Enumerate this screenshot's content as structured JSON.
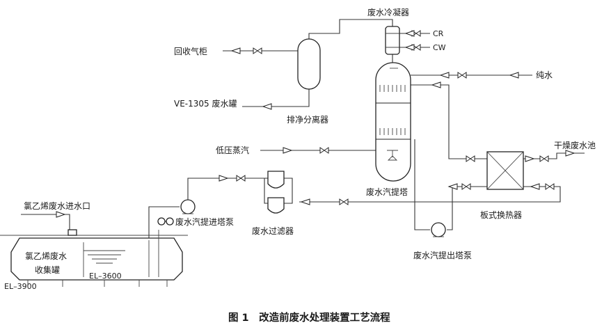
{
  "labels": {
    "condenser": "废水冷凝器",
    "cr": "CR",
    "cw": "CW",
    "gas_holder": "回收气柜",
    "pure_water": "纯水",
    "ve_tank": "VE-1305 废水罐",
    "separator": "排净分离器",
    "low_steam": "低压蒸汽",
    "dry_pool": "干燥废水池",
    "stripper": "废水汽提塔",
    "plate_hx": "板式换热器",
    "inlet": "氯乙烯废水进水口",
    "feed_pump": "废水汽提进塔泵",
    "filter": "废水过滤器",
    "out_pump": "废水汽提出塔泵",
    "tank_line1": "氯乙烯废水",
    "tank_line2": "收集罐",
    "el_3900": "EL–3900",
    "el_3600": "EL–3600"
  },
  "caption": "图 1　改造前废水处理装置工艺流程"
}
